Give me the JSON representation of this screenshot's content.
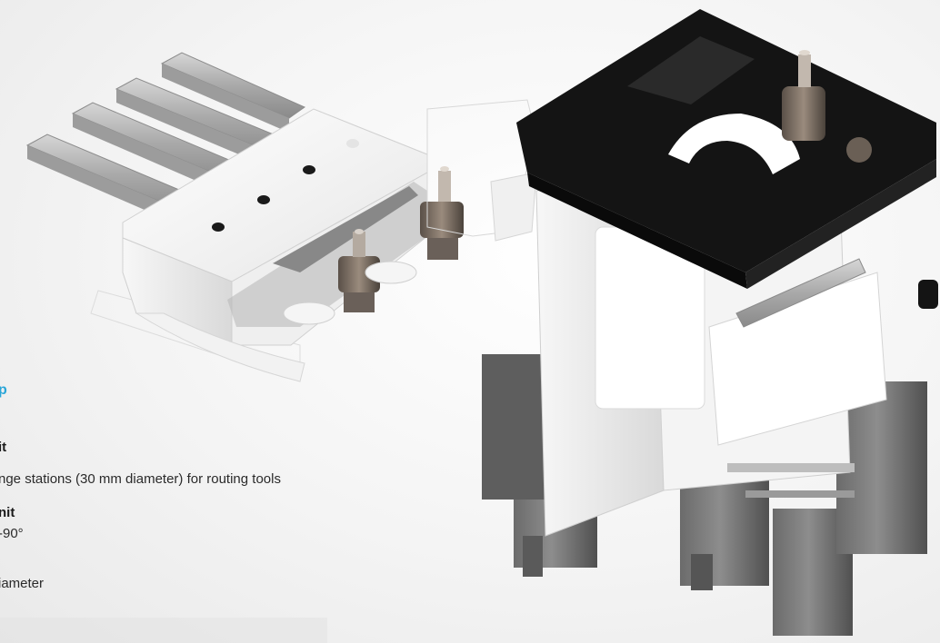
{
  "caption": {
    "heading": "p",
    "sections": [
      {
        "title": "it",
        "lines": [
          "nge stations (30 mm diameter) for routing tools"
        ]
      },
      {
        "title": "nit",
        "lines": [
          "-90°",
          "iameter"
        ]
      }
    ]
  },
  "colors": {
    "accent": "#2aa6d8",
    "text": "#2a2a2a",
    "body": "#ffffff",
    "dark_plate": "#141414"
  },
  "icons": {
    "tool_magazine": "linear-tool-magazine",
    "router_head": "router-head-unit",
    "tool_holder": "toolholder-cone"
  }
}
